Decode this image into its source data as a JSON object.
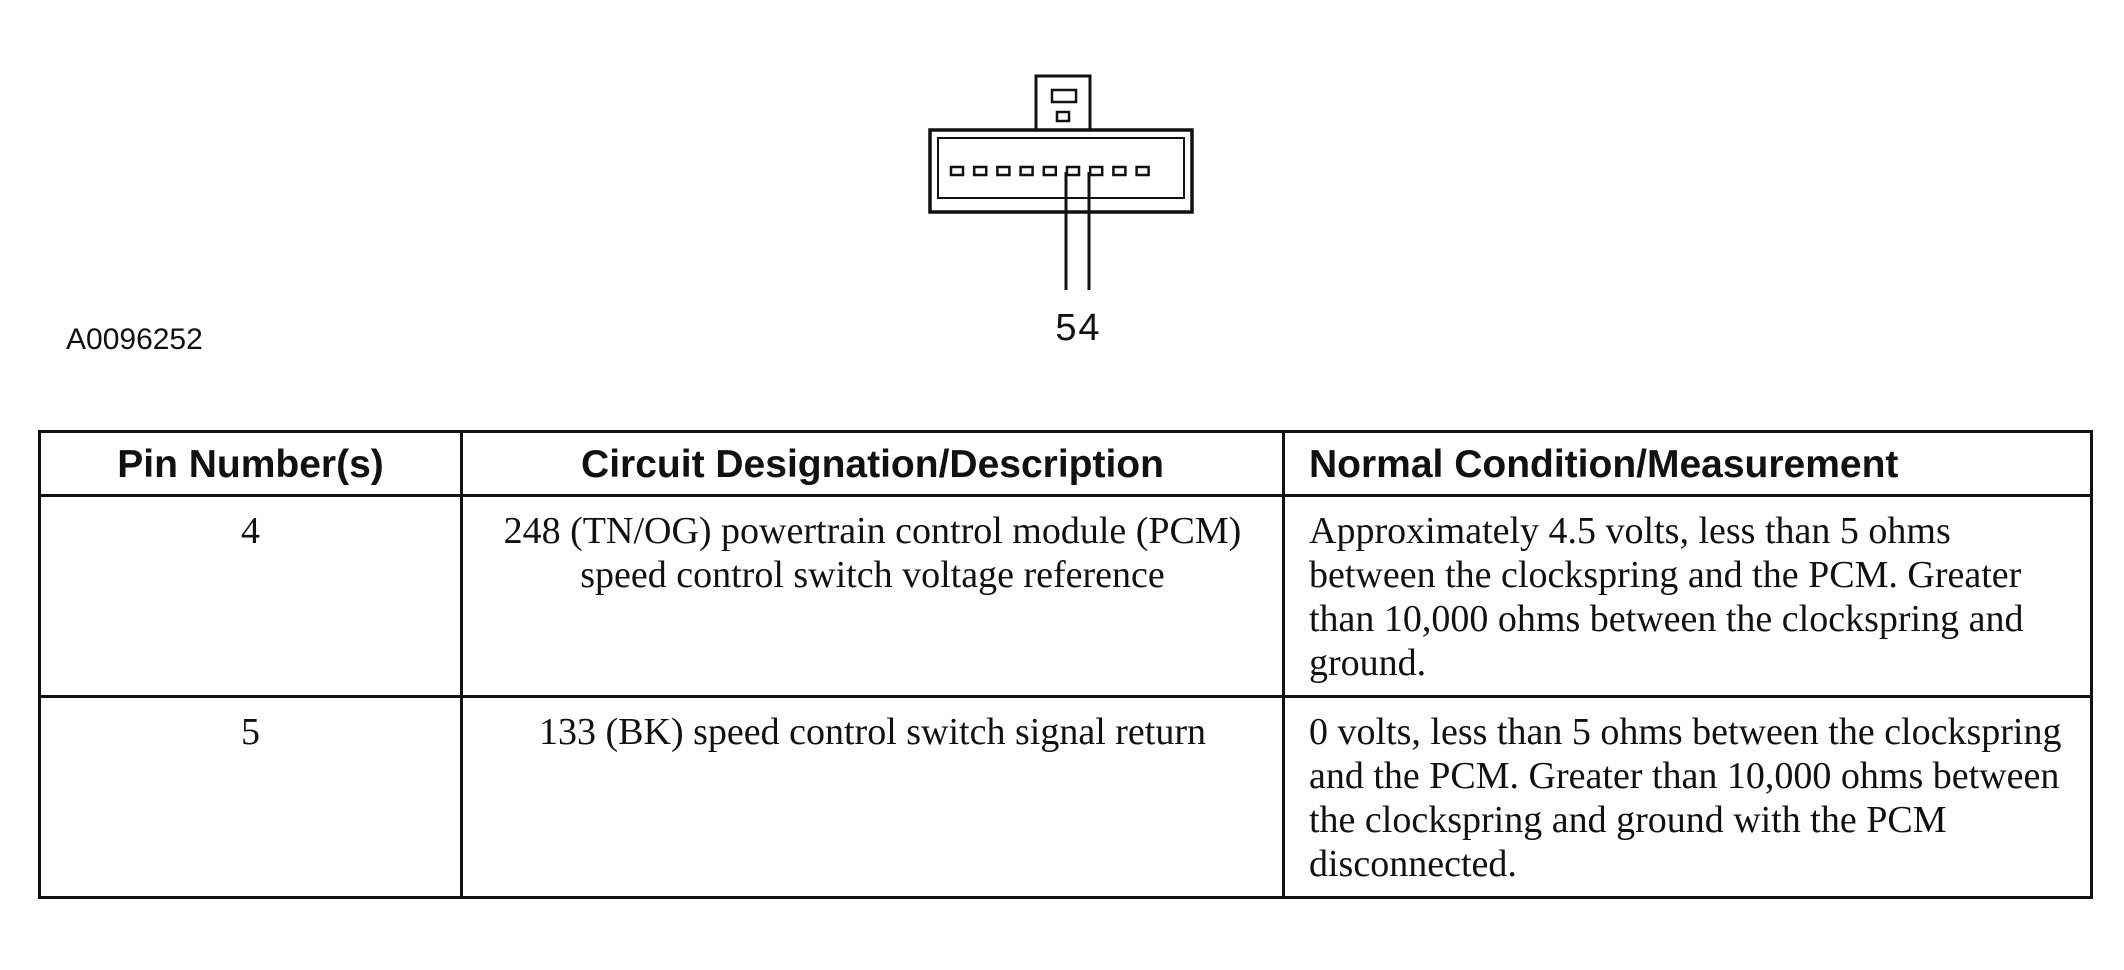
{
  "figure": {
    "id_label": "A0096252",
    "pin_labels": [
      "5",
      "4"
    ]
  },
  "table": {
    "headers": [
      "Pin Number(s)",
      "Circuit Designation/Description",
      "Normal Condition/Measurement"
    ],
    "rows": [
      {
        "pin": "4",
        "circuit": "248 (TN/OG) powertrain control module (PCM) speed control switch voltage reference",
        "condition": "Approximately 4.5 volts, less than 5 ohms between the clockspring and the PCM. Greater than 10,000 ohms between the clockspring and ground."
      },
      {
        "pin": "5",
        "circuit": "133 (BK) speed control switch signal return",
        "condition": "0 volts, less than 5 ohms between the clockspring and the PCM. Greater than 10,000 ohms between the clockspring and ground with the PCM disconnected."
      }
    ]
  }
}
